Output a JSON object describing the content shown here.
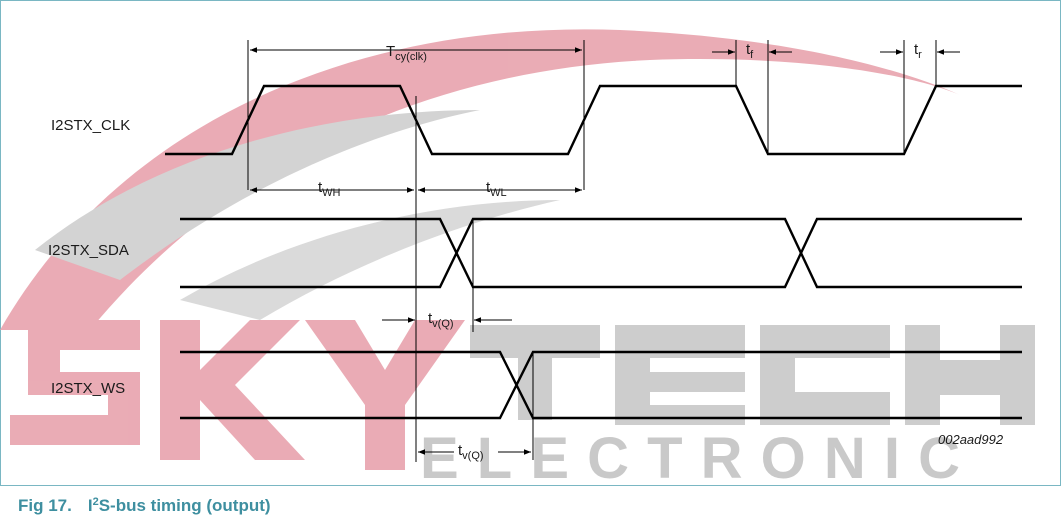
{
  "signals": {
    "clk": "I2STX_CLK",
    "sda": "I2STX_SDA",
    "ws": "I2STX_WS"
  },
  "timing": {
    "tcy": {
      "main": "T",
      "sub": "cy(clk)"
    },
    "tf": {
      "main": "t",
      "sub": "f"
    },
    "tr": {
      "main": "t",
      "sub": "r"
    },
    "twh": {
      "main": "t",
      "sub": "WH"
    },
    "twl": {
      "main": "t",
      "sub": "WL"
    },
    "tvq_sda": {
      "main": "t",
      "sub": "v(Q)"
    },
    "tvq_ws": {
      "main": "t",
      "sub": "v(Q)"
    }
  },
  "figure_code": "002aad992",
  "caption": {
    "number": "Fig 17.",
    "prefix": "I",
    "sup": "2",
    "rest": "S-bus timing (output)"
  },
  "watermark": {
    "brand": "SKY TECH",
    "sub": "ELECTRONIC",
    "colors": {
      "red": "#e8a3ad",
      "gray": "#c4c4c4"
    }
  },
  "colors": {
    "caption": "#3e8fa0",
    "frame": "#7ab7c3"
  }
}
